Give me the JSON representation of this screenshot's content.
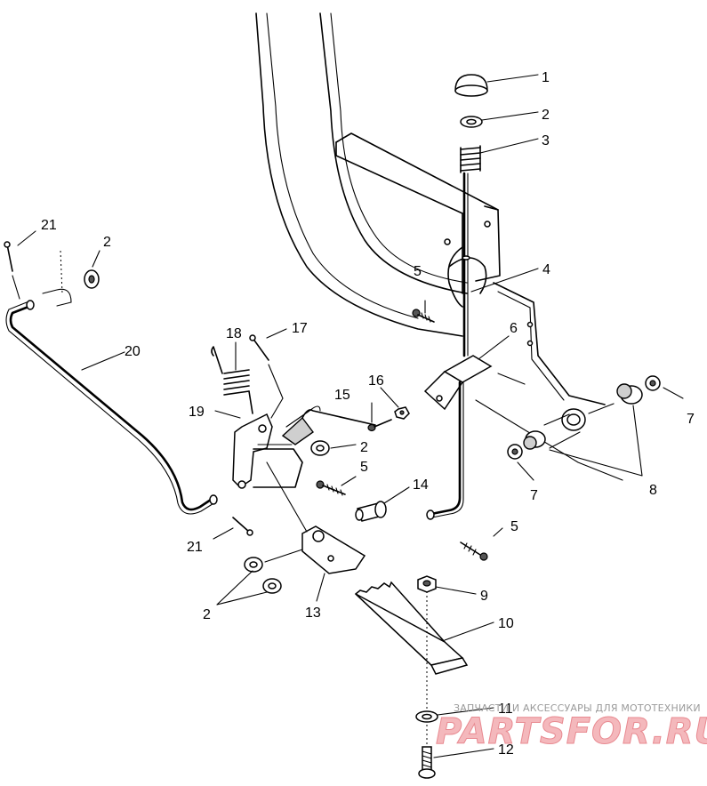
{
  "callouts": {
    "c1": "1",
    "c2a": "2",
    "c3": "3",
    "c4": "4",
    "c5a": "5",
    "c6": "6",
    "c7a": "7",
    "c7b": "7",
    "c8": "8",
    "c9": "9",
    "c10": "10",
    "c11": "11",
    "c12": "12",
    "c13": "13",
    "c14": "14",
    "c5b": "5",
    "c5c": "5",
    "c15": "15",
    "c16": "16",
    "c17": "17",
    "c18": "18",
    "c19": "19",
    "c20": "20",
    "c21a": "21",
    "c21b": "21",
    "c2b": "2",
    "c2c": "2",
    "c2d": "2"
  },
  "watermark": {
    "caption": "ЗАПЧАСТИ И АКСЕССУАРЫ ДЛЯ МОТОТЕХНИКИ",
    "logo": "PARTSFOR.RU"
  }
}
